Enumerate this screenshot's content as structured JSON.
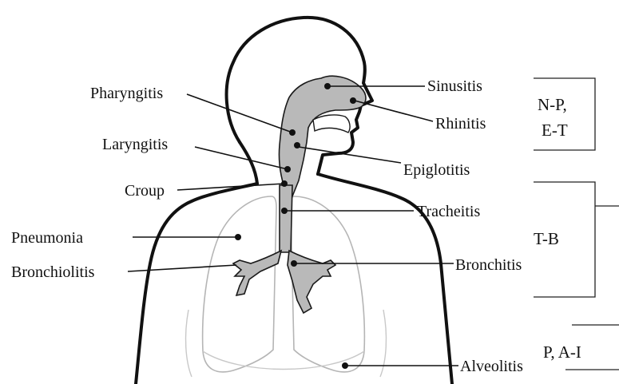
{
  "labels": {
    "sinusitis": "Sinusitis",
    "rhinitis": "Rhinitis",
    "pharyngitis": "Pharyngitis",
    "laryngitis": "Laryngitis",
    "epiglottitis": "Epiglotitis",
    "croup": "Croup",
    "tracheitis": "Tracheitis",
    "pneumonia": "Pneumonia",
    "bronchiolitis": "Bronchiolitis",
    "bronchitis": "Bronchitis",
    "alveolitis": "Alveolitis"
  },
  "regions": {
    "upper_line1": "N-P,",
    "upper_line2": "E-T",
    "middle": "T-B",
    "lower": "P, A-I"
  },
  "colors": {
    "airway_fill": "#b9b9b9",
    "outline": "#111111",
    "lung_outline": "#b5b5b5"
  }
}
